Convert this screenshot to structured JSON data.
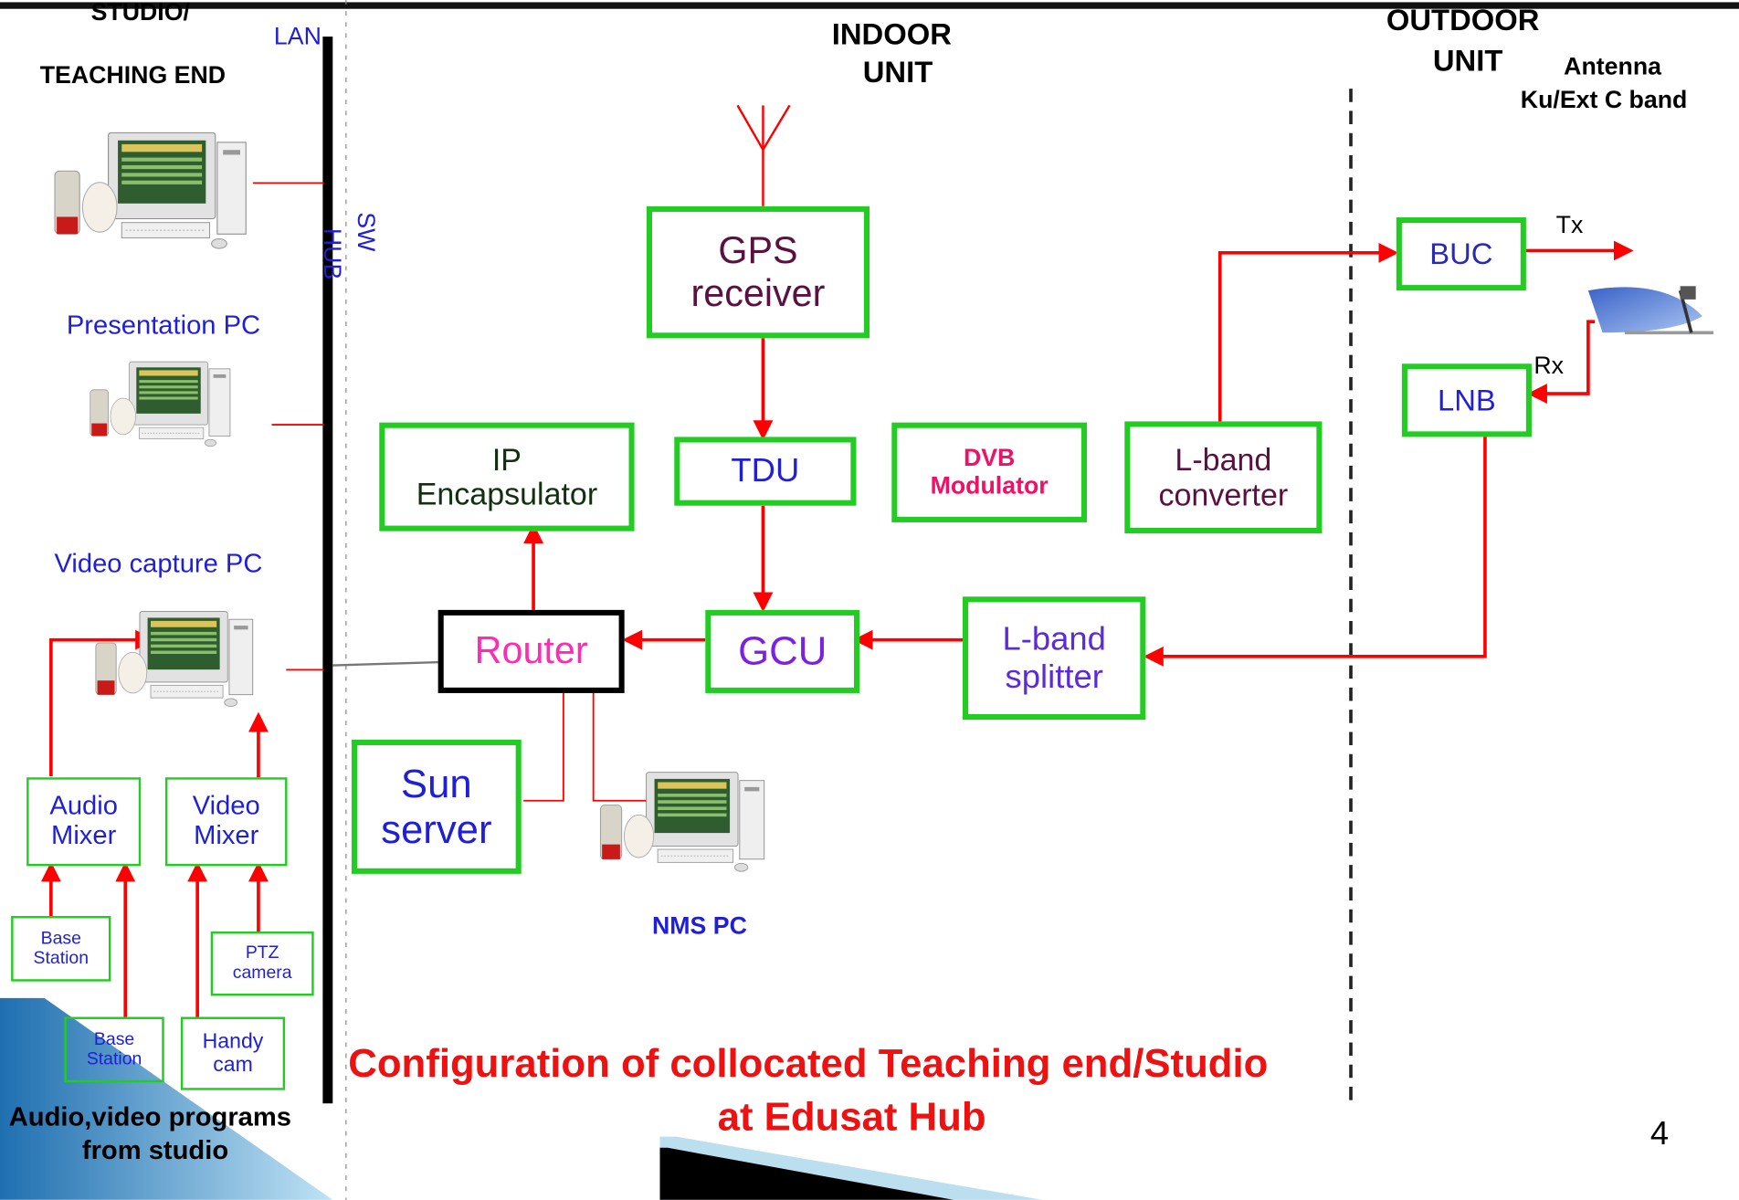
{
  "headings": {
    "studio_line1": "STUDIO/",
    "studio_line2": "TEACHING END",
    "indoor_line1": "INDOOR",
    "indoor_line2": "UNIT",
    "outdoor_line1": "OUTDOOR",
    "outdoor_line2": "UNIT",
    "antenna_line1": "Antenna",
    "antenna_line2": "Ku/Ext C band"
  },
  "labels": {
    "lan": "LAN",
    "hub": "HUB",
    "sw": "SW",
    "presentation_pc": "Presentation PC",
    "video_capture_pc": "Video capture PC",
    "nms_pc": "NMS PC",
    "tx": "Tx",
    "rx": "Rx",
    "programs_line1": "Audio,video programs",
    "programs_line2": "from studio",
    "page_number": "4"
  },
  "blocks": {
    "gps_line1": "GPS",
    "gps_line2": "receiver",
    "tdu": "TDU",
    "ip_line1": "IP",
    "ip_line2": "Encapsulator",
    "dvb_line1": "DVB",
    "dvb_line2": "Modulator",
    "lband_conv_line1": "L-band",
    "lband_conv_line2": "converter",
    "buc": "BUC",
    "lnb": "LNB",
    "router": "Router",
    "gcu": "GCU",
    "lband_split_line1": "L-band",
    "lband_split_line2": "splitter",
    "sun_line1": "Sun",
    "sun_line2": "server",
    "audio_mixer_line1": "Audio",
    "audio_mixer_line2": "Mixer",
    "video_mixer_line1": "Video",
    "video_mixer_line2": "Mixer",
    "base_station_line1": "Base",
    "base_station_line2": "Station",
    "ptz_line1": "PTZ",
    "ptz_line2": "camera",
    "handy_line1": "Handy",
    "handy_line2": "cam"
  },
  "caption": {
    "line1": "Configuration of collocated Teaching end/Studio",
    "line2": "at Edusat Hub"
  },
  "colors": {
    "box_border": "#22cc22",
    "wire": "#ff0000",
    "label_blue": "#1f1fd6",
    "caption_red": "#ee1111",
    "accent_pink": "#ff2bb4",
    "accent_violet": "#7a22e0",
    "maroon": "#5a1040"
  }
}
